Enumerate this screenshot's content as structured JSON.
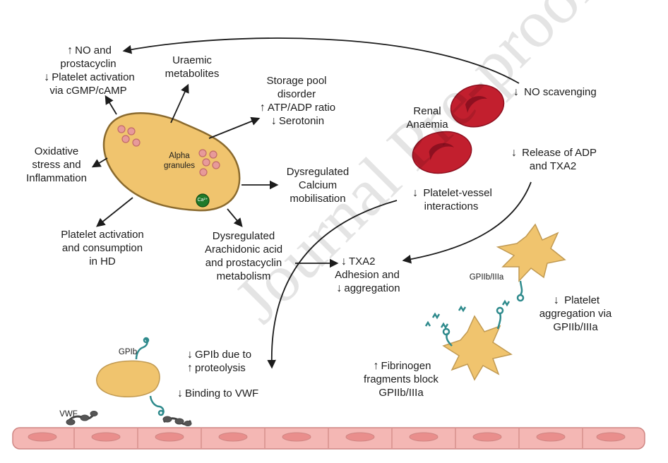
{
  "labels": {
    "no_prostacyclin": [
      "NO and",
      "prostacyclin",
      "Platelet activation",
      "via cGMP/cAMP"
    ],
    "uraemic": [
      "Uraemic",
      "metabolites"
    ],
    "storage_pool": [
      "Storage pool",
      "disorder",
      "ATP/ADP ratio",
      "Serotonin"
    ],
    "oxidative": [
      "Oxidative",
      "stress and",
      "Inflammation"
    ],
    "calcium": [
      "Dysregulated",
      "Calcium",
      "mobilisation"
    ],
    "platelet_hd": [
      "Platelet activation",
      "and consumption",
      "in HD"
    ],
    "arachidonic": [
      "Dysregulated",
      "Arachidonic acid",
      "and prostacyclin",
      "metabolism"
    ],
    "no_scavenging": "NO scavenging",
    "renal_anaemia": [
      "Renal",
      "Anaemia"
    ],
    "release_adp": [
      "Release of ADP",
      "and TXA2"
    ],
    "platelet_vessel": [
      "Platelet-vessel",
      "interactions"
    ],
    "txa2": [
      "TXA2",
      "Adhesion and",
      "aggregation"
    ],
    "gpiib_aggregation": [
      "Platelet",
      "aggregation via",
      "GPIIb/IIIa"
    ],
    "fibrinogen": [
      "Fibrinogen",
      "fragments block",
      "GPIIb/IIIa"
    ],
    "gpib_proteolysis": [
      "GPIb due to",
      "proteolysis"
    ],
    "binding_vwf": "Binding to VWF",
    "alpha_granules": [
      "Alpha",
      "granules"
    ],
    "ca": "Ca²⁺",
    "gpib": "GPIb",
    "vwf": "VWF",
    "gpiib_small": "GPIIb/IIIa"
  },
  "symbols": {
    "up": "↑",
    "down": "↓"
  },
  "watermark": "Journal Pre-proof",
  "colors": {
    "platelet_fill": "#f0c46e",
    "platelet_stroke": "#8a6a2e",
    "granule": "#e79a9a",
    "rbc": "#c21f2e",
    "rbc_dark": "#8e1020",
    "endothelium": "#f4b7b4",
    "endothelium_stroke": "#cf8683",
    "calcium": "#1f7a2a",
    "receptor": "#2e8a8c",
    "vwf": "#555555"
  }
}
